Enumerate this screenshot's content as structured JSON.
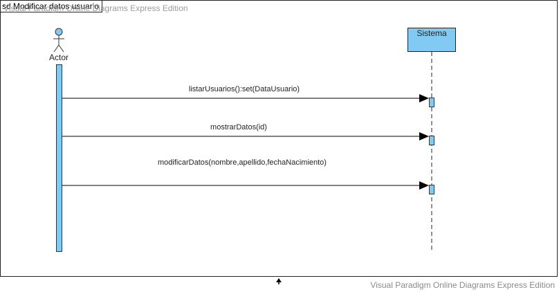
{
  "frame": {
    "title": "sd Modificar datos usuario"
  },
  "watermark": {
    "text": "Visual Paradigm Online Diagrams Express Edition"
  },
  "actor": {
    "label": "Actor"
  },
  "lifeline": {
    "label": "Sistema"
  },
  "messages": [
    {
      "label": "listarUsuarios():set(DataUsuario)"
    },
    {
      "label": "mostrarDatos(id)"
    },
    {
      "label": "modificarDatos(nombre,apellido,fechaNacimiento)"
    }
  ],
  "colors": {
    "lifeline_fill": "#80caf3",
    "line": "#000000"
  }
}
